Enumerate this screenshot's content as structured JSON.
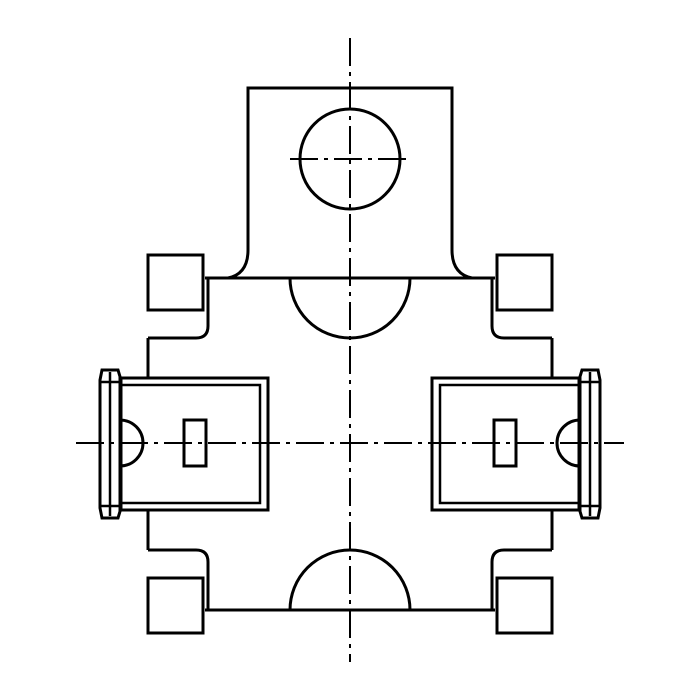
{
  "drawing": {
    "background": "#ffffff",
    "line_color": "#000000",
    "parts": [
      "mounting-bracket",
      "main-body",
      "left-connector",
      "right-connector",
      "corner-lug-top-left",
      "corner-lug-top-right",
      "corner-lug-bottom-left",
      "corner-lug-bottom-right"
    ]
  }
}
